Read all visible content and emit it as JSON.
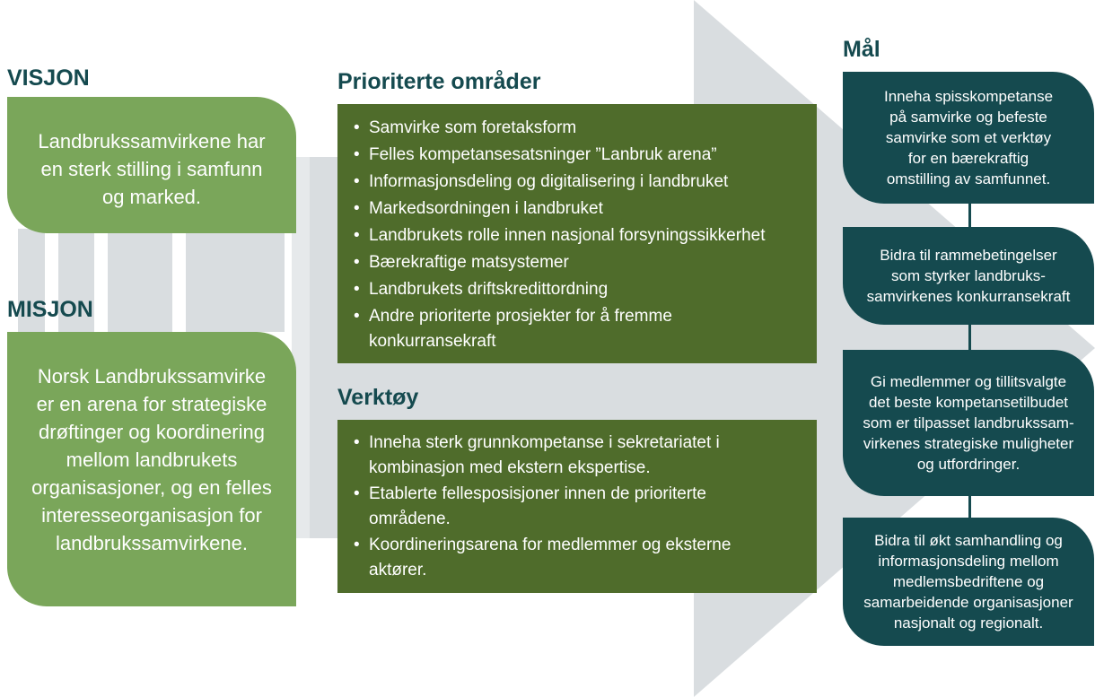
{
  "colors": {
    "light_green": "#7aa65a",
    "dark_green": "#4f6c2b",
    "teal": "#154a4f",
    "arrow_gray": "#d9dde0"
  },
  "visjon": {
    "title": "VISJON",
    "lines": [
      "Landbrukssamvirkene har",
      "en sterk stilling i samfunn",
      "og marked."
    ]
  },
  "misjon": {
    "title": "MISJON",
    "lines": [
      "Norsk Landbrukssamvirke",
      "er en arena for strategiske",
      "drøftinger og koordinering",
      "mellom landbrukets",
      "organisasjoner, og en felles",
      "interesseorganisasjon for",
      "landbrukssamvirkene."
    ]
  },
  "prioriterte": {
    "title": "Prioriterte områder",
    "bullet": "•",
    "items": [
      [
        "Samvirke som foretaksform"
      ],
      [
        "Felles kompetansesatsninger ”Lanbruk arena”"
      ],
      [
        "Informasjonsdeling og digitalisering i landbruket"
      ],
      [
        "Markedsordningen i landbruket"
      ],
      [
        "Landbrukets rolle innen nasjonal forsyningssikkerhet"
      ],
      [
        "Bærekraftige matsystemer"
      ],
      [
        "Landbrukets driftskredittordning"
      ],
      [
        "Andre prioriterte prosjekter for å fremme",
        "konkurransekraft"
      ]
    ]
  },
  "verktoy": {
    "title": "Verktøy",
    "bullet": "•",
    "items": [
      [
        "Inneha sterk grunnkompetanse i sekretariatet i",
        "kombinasjon med ekstern ekspertise."
      ],
      [
        "Etablerte fellesposisjoner innen de prioriterte",
        "områdene."
      ],
      [
        "Koordineringsarena for medlemmer og eksterne",
        "aktører."
      ]
    ]
  },
  "mal": {
    "title": "Mål",
    "goals": [
      [
        "Inneha spisskompetanse",
        "på samvirke og befeste",
        "samvirke som et verktøy",
        "for en bærekraftig",
        "omstilling av samfunnet."
      ],
      [
        "Bidra til rammebetingelser",
        "som styrker landbruks-",
        "samvirkenes konkurransekraft"
      ],
      [
        "Gi medlemmer og tillitsvalgte",
        "det beste kompetansetilbudet",
        "som er tilpasset landbrukssam-",
        "virkenes strategiske muligheter",
        "og utfordringer."
      ],
      [
        "Bidra til økt samhandling og",
        "informasjonsdeling mellom",
        "medlemsbedriftene og",
        "samarbeidende organisasjoner",
        "nasjonalt og regionalt."
      ]
    ]
  }
}
